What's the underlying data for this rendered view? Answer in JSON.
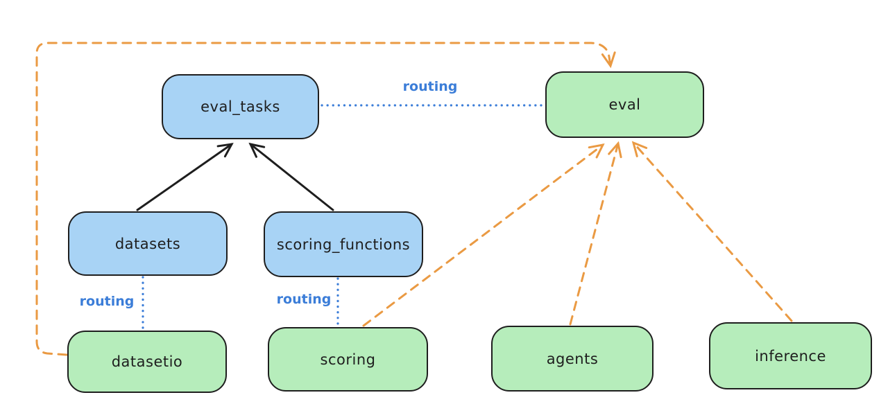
{
  "colors": {
    "background": "#ffffff",
    "node_border": "#1e1e1e",
    "blue_node_fill": "#a8d3f5",
    "green_node_fill": "#b6edbb",
    "routing_line": "#3b7dd8",
    "provider_arrow": "#ea9a43",
    "black_arrow": "#1e1e1e"
  },
  "nodes": {
    "eval_tasks": "eval_tasks",
    "eval": "eval",
    "datasets": "datasets",
    "scoring_functions": "scoring_functions",
    "datasetio": "datasetio",
    "scoring": "scoring",
    "agents": "agents",
    "inference": "inference"
  },
  "edge_labels": {
    "eval_tasks_to_eval": "routing",
    "datasets_to_datasetio": "routing",
    "scoring_functions_to_scoring": "routing"
  },
  "edges": [
    {
      "from": "datasets",
      "to": "eval_tasks",
      "style": "solid-black-arrow"
    },
    {
      "from": "scoring_functions",
      "to": "eval_tasks",
      "style": "solid-black-arrow"
    },
    {
      "from": "eval_tasks",
      "to": "eval",
      "style": "dotted-blue",
      "label": "routing"
    },
    {
      "from": "datasets",
      "to": "datasetio",
      "style": "dotted-blue",
      "label": "routing"
    },
    {
      "from": "scoring_functions",
      "to": "scoring",
      "style": "dotted-blue",
      "label": "routing"
    },
    {
      "from": "datasetio",
      "to": "eval",
      "style": "dashed-orange-arrow"
    },
    {
      "from": "scoring",
      "to": "eval",
      "style": "dashed-orange-arrow"
    },
    {
      "from": "agents",
      "to": "eval",
      "style": "dashed-orange-arrow"
    },
    {
      "from": "inference",
      "to": "eval",
      "style": "dashed-orange-arrow"
    }
  ]
}
